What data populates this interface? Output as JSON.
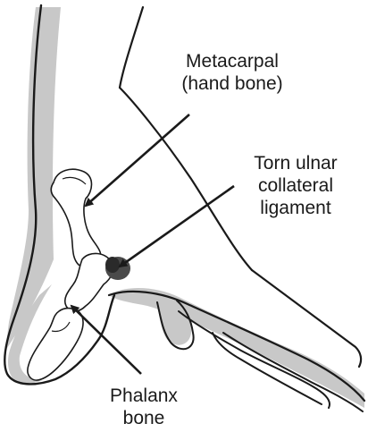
{
  "diagram": {
    "labels": {
      "metacarpal": {
        "line1": "Metacarpal",
        "line2": "(hand bone)"
      },
      "ucl": {
        "line1": "Torn ulnar",
        "line2": "collateral",
        "line3": "ligament"
      },
      "phalanx": {
        "line1": "Phalanx",
        "line2": "bone"
      }
    },
    "colors": {
      "outline": "#1a1a1a",
      "shadow": "#c8c8c8",
      "ligament": "#4a4a4a",
      "ligament_dark": "#2a2a2a",
      "background": "#ffffff"
    }
  }
}
